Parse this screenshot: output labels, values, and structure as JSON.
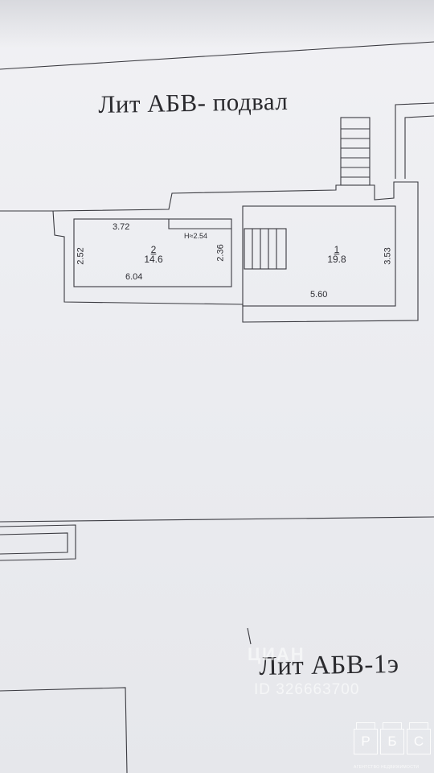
{
  "document": {
    "title_top": "Лит АБВ- подвал",
    "title_bottom": "Лит АБВ-1э"
  },
  "rooms": [
    {
      "number": "2",
      "area": "14.6"
    },
    {
      "number": "1",
      "area": "19.8"
    }
  ],
  "dimensions": {
    "room2_top": "3.72",
    "room2_bottom": "6.04",
    "room2_left": "2.52",
    "room2_right": "2.36",
    "height": "H≈2.54",
    "room1_bottom": "5.60",
    "room1_right": "3.53"
  },
  "watermark": {
    "brand": "ЦИАН",
    "id": "ID 326663700"
  },
  "logo": {
    "letters": [
      "Р",
      "Б",
      "С"
    ],
    "subtitle": "АГЕНТСТВО НЕДВИЖИМОСТИ"
  }
}
